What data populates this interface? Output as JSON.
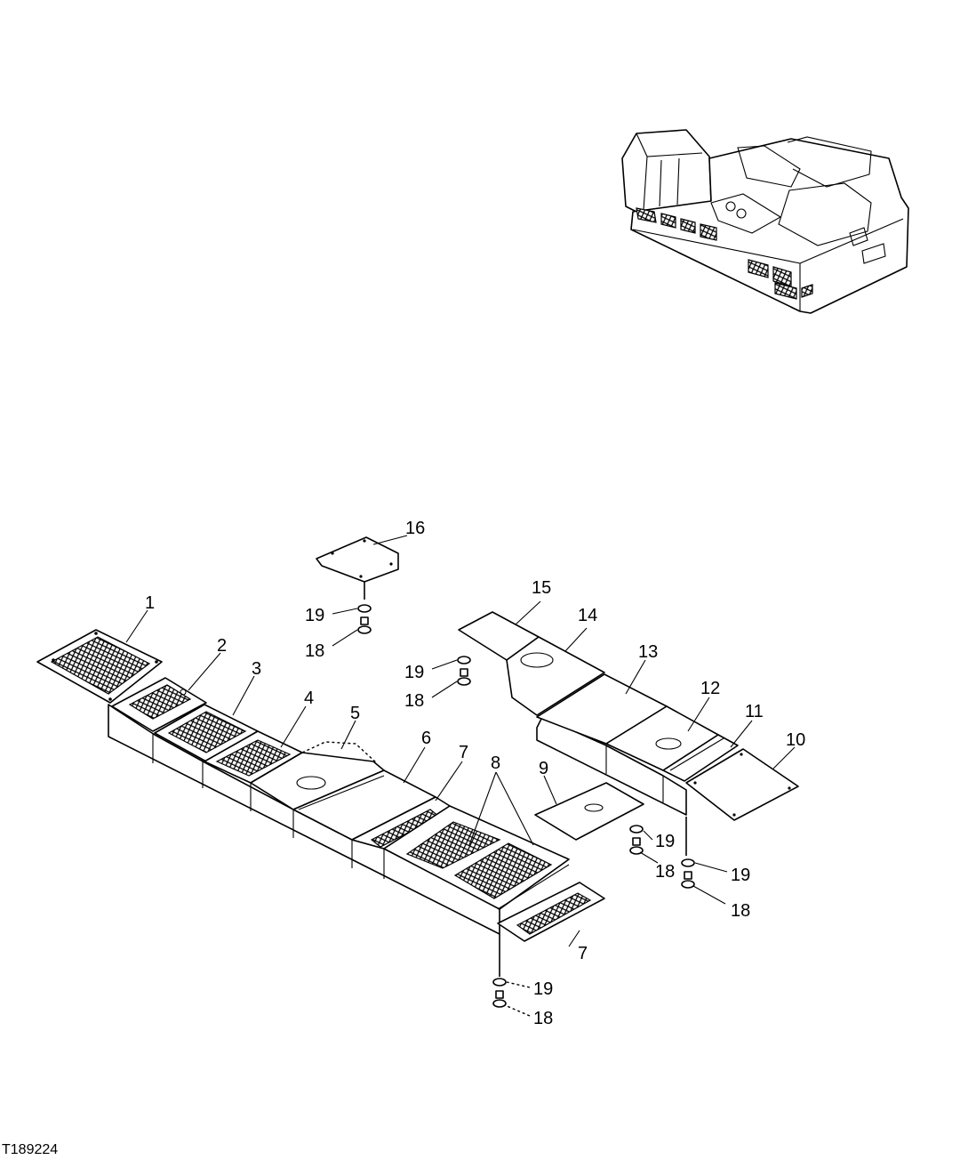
{
  "figure_id": "T189224",
  "callouts": {
    "c1": "1",
    "c2": "2",
    "c3": "3",
    "c4": "4",
    "c5": "5",
    "c6": "6",
    "c7a": "7",
    "c7b": "7",
    "c8": "8",
    "c9": "9",
    "c10": "10",
    "c11": "11",
    "c12": "12",
    "c13": "13",
    "c14": "14",
    "c15": "15",
    "c16": "16",
    "c19a": "19",
    "c18a": "18",
    "c19b": "19",
    "c18b": "18",
    "c19c": "19",
    "c18c": "18",
    "c19d": "19",
    "c18d": "18",
    "c19e": "19",
    "c18e": "18"
  }
}
